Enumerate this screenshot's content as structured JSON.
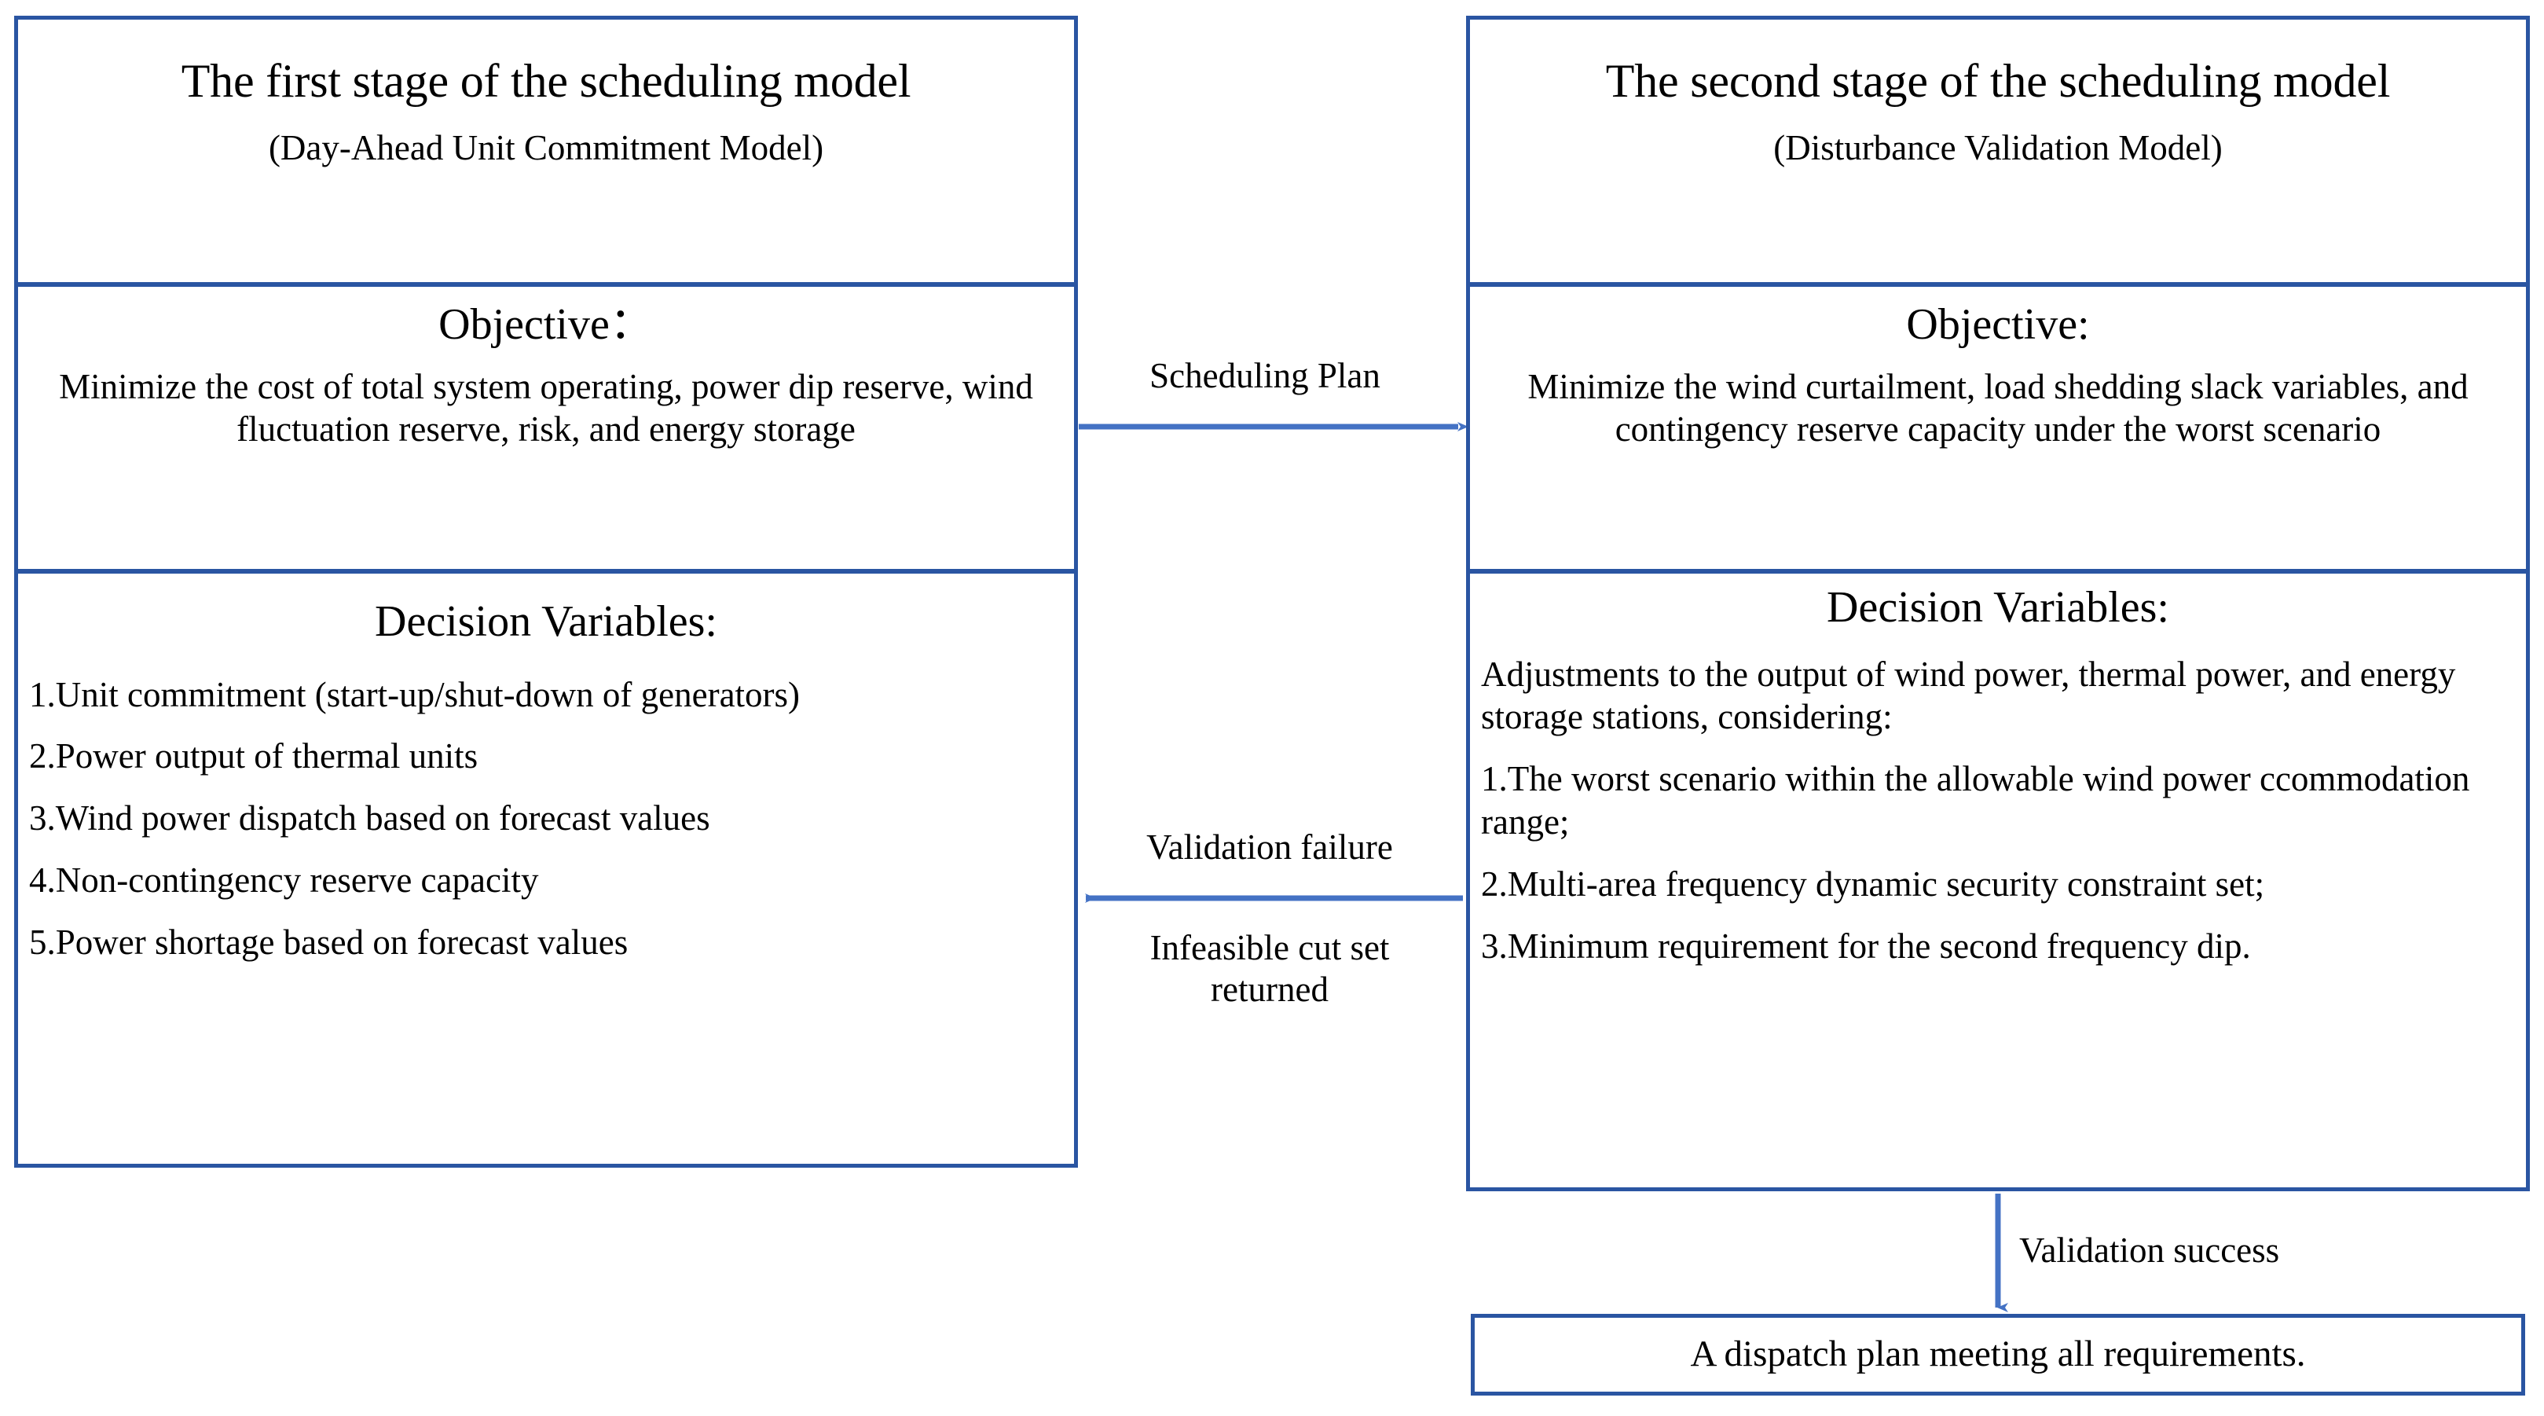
{
  "colors": {
    "box_border": "#2a55a2",
    "arrow": "#4472c4",
    "text": "#000000",
    "background": "#ffffff"
  },
  "stage1": {
    "title": "The first stage of the scheduling model",
    "subtitle": "(Day-Ahead Unit Commitment Model)",
    "objective_heading": "Objective：",
    "objective_text": "Minimize the cost of total system operating, power dip reserve, wind fluctuation reserve, risk, and energy storage",
    "decision_heading": "Decision Variables:",
    "decision_items": [
      "1.Unit commitment (start-up/shut-down of generators)",
      "2.Power output of thermal units",
      "3.Wind power dispatch based on forecast values",
      "4.Non-contingency reserve capacity",
      "5.Power shortage based on forecast values"
    ]
  },
  "stage2": {
    "title": "The second stage of the scheduling model",
    "subtitle": "(Disturbance Validation Model)",
    "objective_heading": "Objective:",
    "objective_text": "Minimize the wind curtailment, load shedding slack variables, and contingency reserve capacity under the worst scenario",
    "decision_heading": "Decision Variables:",
    "decision_intro": "Adjustments to the output of wind power, thermal power, and energy storage stations, considering:",
    "decision_items": [
      "1.The worst scenario within the allowable wind power ccommodation range;",
      "2.Multi-area frequency dynamic security constraint set;",
      "3.Minimum requirement for the second frequency dip."
    ]
  },
  "connectors": {
    "scheduling_plan": "Scheduling Plan",
    "validation_failure": "Validation failure",
    "infeasible_cut_set": "Infeasible cut set\nreturned",
    "validation_success": "Validation success"
  },
  "result": {
    "text": "A dispatch plan meeting all requirements."
  }
}
